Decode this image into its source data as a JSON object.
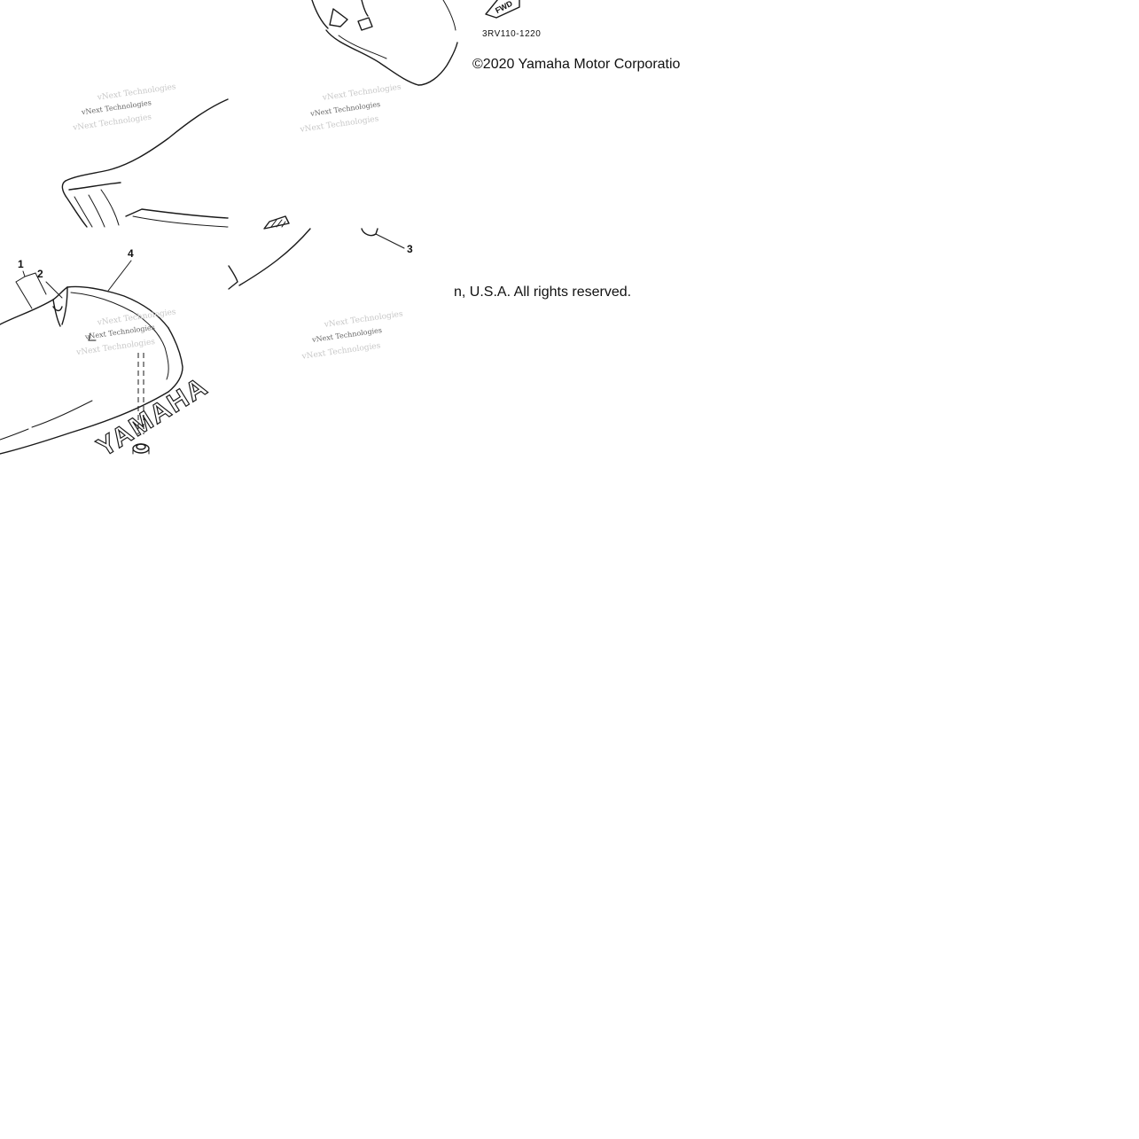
{
  "diagram": {
    "part_code": "3RV110-1220",
    "copyright_line_1": "©2020 Yamaha Motor Corporatio",
    "copyright_line_2": "n, U.S.A. All rights reserved.",
    "brand_text": "YAMAHA",
    "forward_marker": "FWD",
    "watermark": "vNext Technologies",
    "callouts": [
      "1",
      "2",
      "3",
      "4"
    ]
  }
}
